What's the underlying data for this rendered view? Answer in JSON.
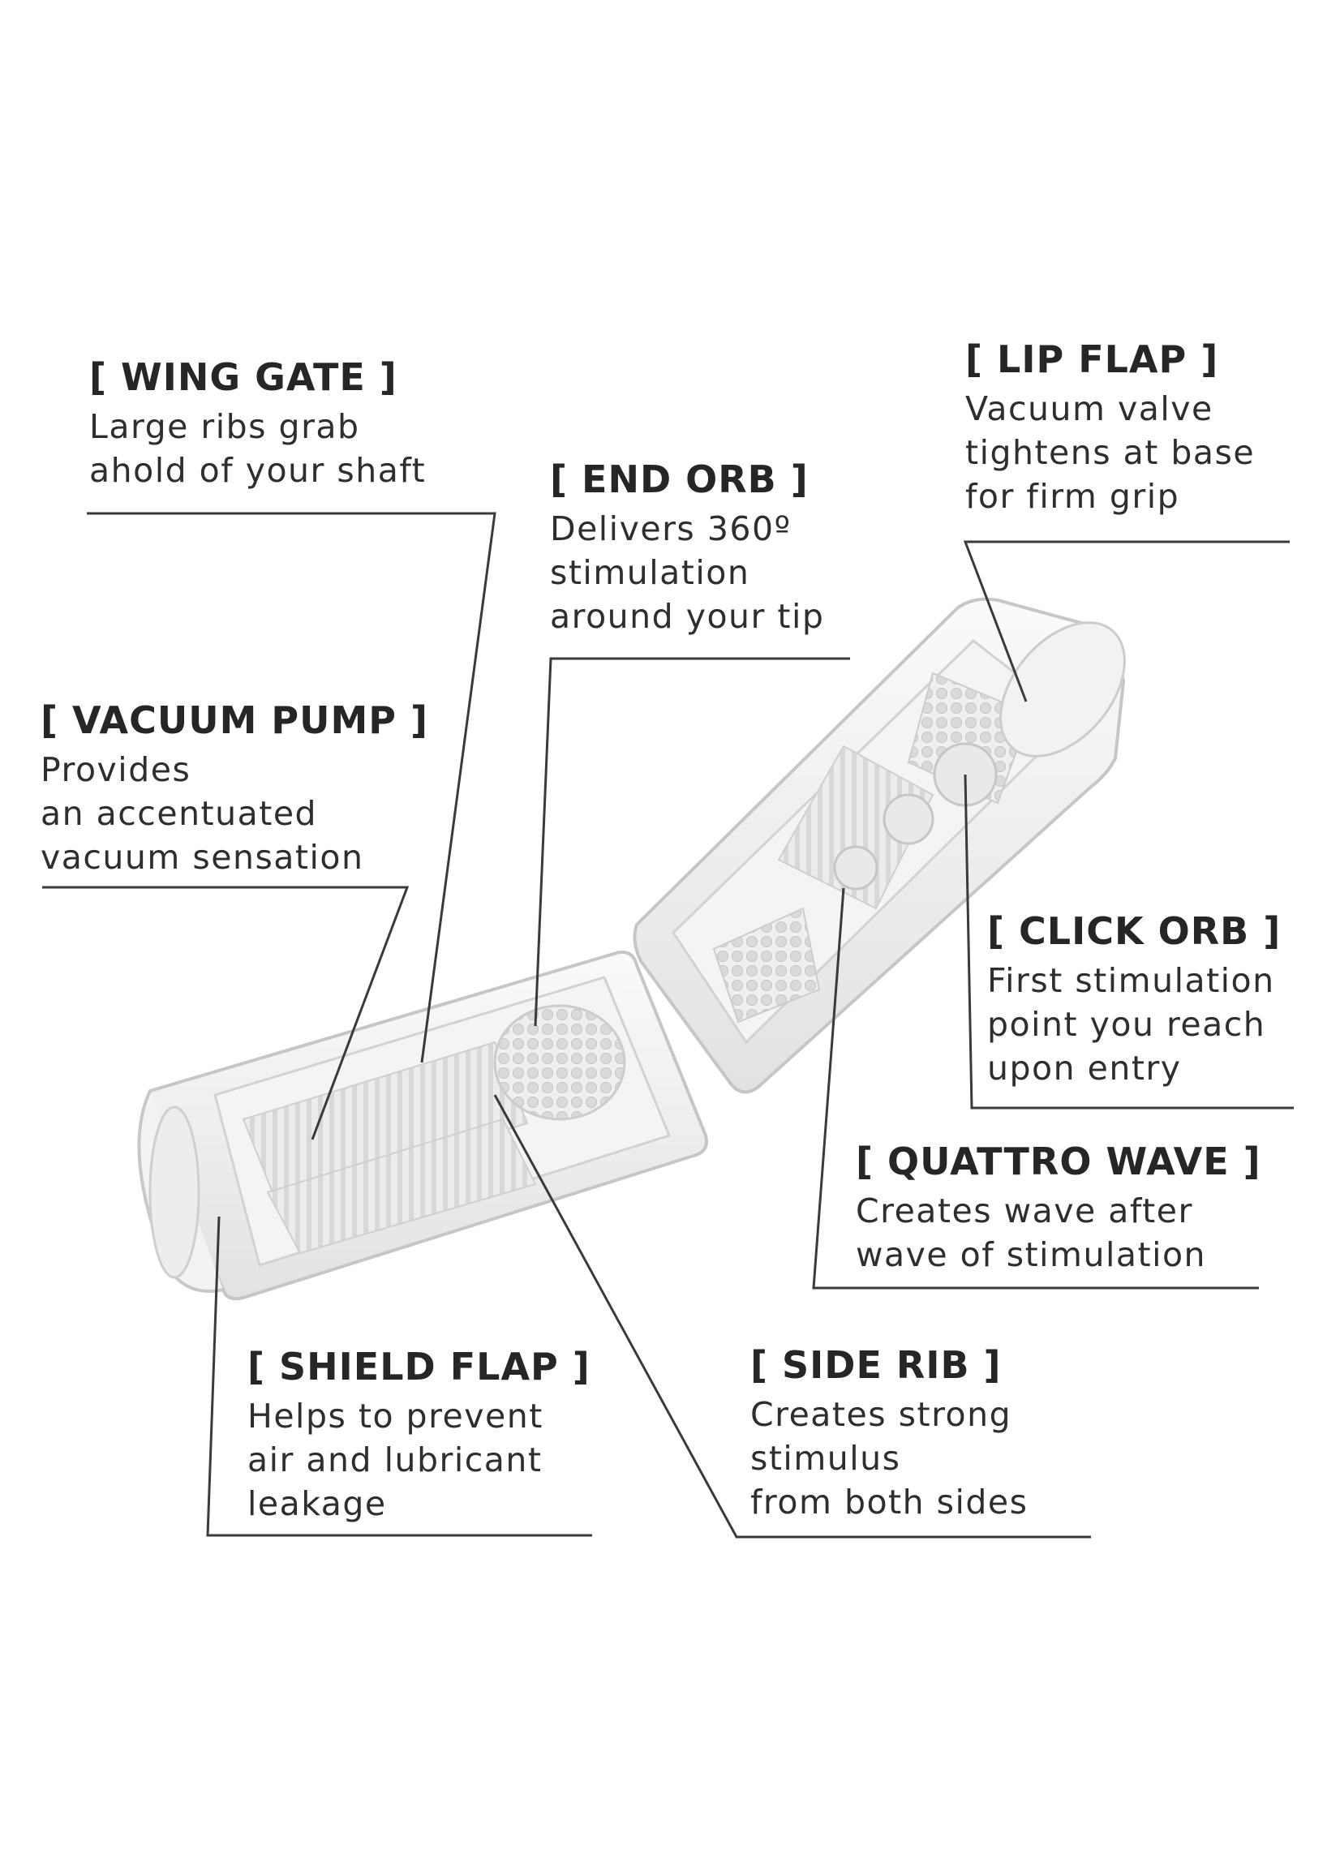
{
  "callouts": {
    "wing_gate": {
      "title": "[ WING GATE ]",
      "lines": [
        "Large ribs grab",
        "ahold of your shaft"
      ]
    },
    "end_orb": {
      "title": "[ END ORB ]",
      "lines": [
        "Delivers 360º",
        "stimulation",
        "around your tip"
      ]
    },
    "lip_flap": {
      "title": "[ LIP FLAP ]",
      "lines": [
        "Vacuum valve",
        "tightens at base",
        "for firm grip"
      ]
    },
    "vacuum_pump": {
      "title": "[ VACUUM PUMP ]",
      "lines": [
        "Provides",
        "an accentuated",
        "vacuum sensation"
      ]
    },
    "click_orb": {
      "title": "[ CLICK ORB ]",
      "lines": [
        "First stimulation",
        "point you reach",
        "upon entry"
      ]
    },
    "quattro_wave": {
      "title": "[ QUATTRO WAVE ]",
      "lines": [
        "Creates wave after",
        "wave of stimulation"
      ]
    },
    "shield_flap": {
      "title": "[ SHIELD FLAP ]",
      "lines": [
        "Helps to prevent",
        "air and lubricant",
        "leakage"
      ]
    },
    "side_rib": {
      "title": "[ SIDE RIB ]",
      "lines": [
        "Creates strong",
        "stimulus",
        "from both sides"
      ]
    }
  },
  "colors": {
    "text": "#262626",
    "line": "#3a3a3a",
    "product_fill": "#f1f1f1",
    "product_stroke": "#c9c9c9"
  }
}
